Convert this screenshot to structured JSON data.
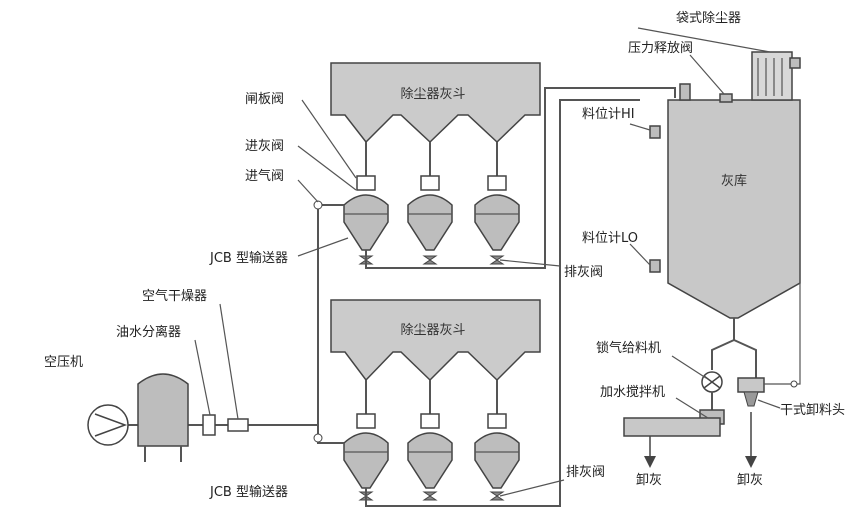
{
  "colors": {
    "hopper_fill": "#cbcbcb",
    "vessel_fill": "#bdbdbd",
    "silo_fill": "#c8c8c8",
    "line": "#555555",
    "text": "#222222"
  },
  "hoppers": {
    "top_label": "除尘器灰斗",
    "bottom_label": "除尘器灰斗"
  },
  "labels": {
    "gate_valve": "闸板阀",
    "inlet_valve": "进灰阀",
    "air_valve": "进气阀",
    "jcb_top": "JCB 型输送器",
    "jcb_bottom": "JCB 型输送器",
    "discharge_valve_top": "排灰阀",
    "discharge_valve_bottom": "排灰阀",
    "air_dryer": "空气干燥器",
    "oil_water_separator": "油水分离器",
    "air_compressor": "空压机",
    "bag_filter": "袋式除尘器",
    "pressure_relief_valve": "压力释放阀",
    "level_hi": "料位计HI",
    "level_lo": "料位计LO",
    "silo": "灰库",
    "rotary_feeder": "锁气给料机",
    "mixer": "加水搅拌机",
    "dry_unloader": "干式卸料头",
    "unload_left": "卸灰",
    "unload_right": "卸灰"
  },
  "icons": [
    "fan-icon",
    "valve-icon",
    "rotary-feeder-icon",
    "down-arrow-icon"
  ]
}
